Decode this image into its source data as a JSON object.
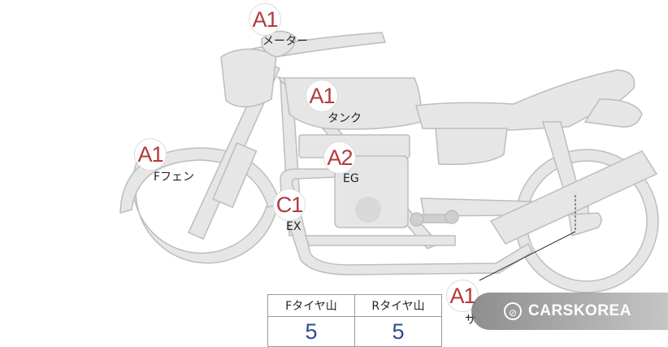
{
  "parts": [
    {
      "id": "meter",
      "grade": "A1",
      "label": "メーター"
    },
    {
      "id": "tank",
      "grade": "A1",
      "label": "タンク"
    },
    {
      "id": "f_fender",
      "grade": "A1",
      "label": "Fフェン"
    },
    {
      "id": "engine",
      "grade": "A2",
      "label": "EG"
    },
    {
      "id": "exhaust",
      "grade": "C1",
      "label": "EX"
    },
    {
      "id": "muffler",
      "grade": "A1",
      "label": "サ"
    }
  ],
  "tire_tread": {
    "headers": [
      "Fタイヤ山",
      "Rタイヤ山"
    ],
    "values": [
      "5",
      "5"
    ]
  },
  "watermark": {
    "text": "CARSKOREA"
  },
  "colors": {
    "bike_fill": "#e6e6e6",
    "bike_stroke": "#bdbdbd",
    "grade": "#b23a3a",
    "tread_value": "#2f4c8c"
  }
}
